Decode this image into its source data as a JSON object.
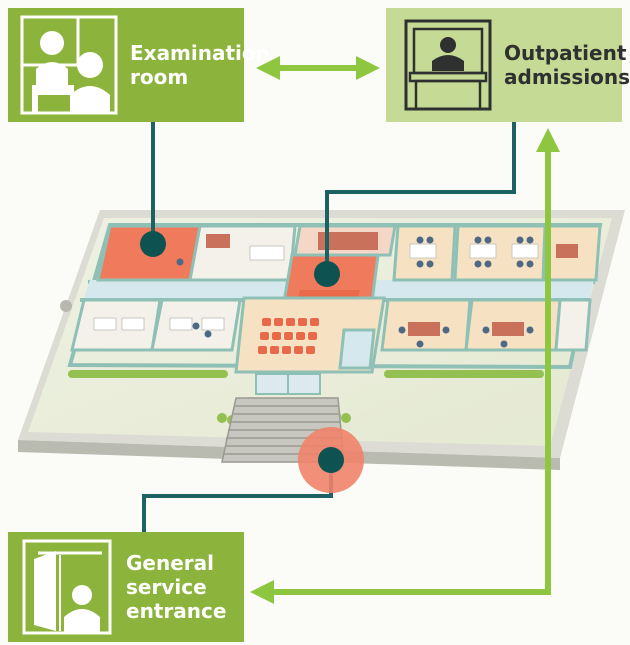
{
  "boxes": {
    "examination": {
      "lines": [
        "Examination",
        "room"
      ],
      "icon": "examination-icon"
    },
    "outpatient": {
      "lines": [
        "Outpatient",
        "admissions"
      ],
      "icon": "reception-desk-icon"
    },
    "entrance": {
      "lines": [
        "General",
        "service",
        "entrance"
      ],
      "icon": "entrance-door-icon"
    }
  },
  "colors": {
    "green": "#8cb43c",
    "light_green": "#c5da94",
    "arrow_green": "#8ec63f",
    "connector": "#1d6262",
    "marker_dot": "#0e5252",
    "highlight_orange": "#f0836a"
  }
}
